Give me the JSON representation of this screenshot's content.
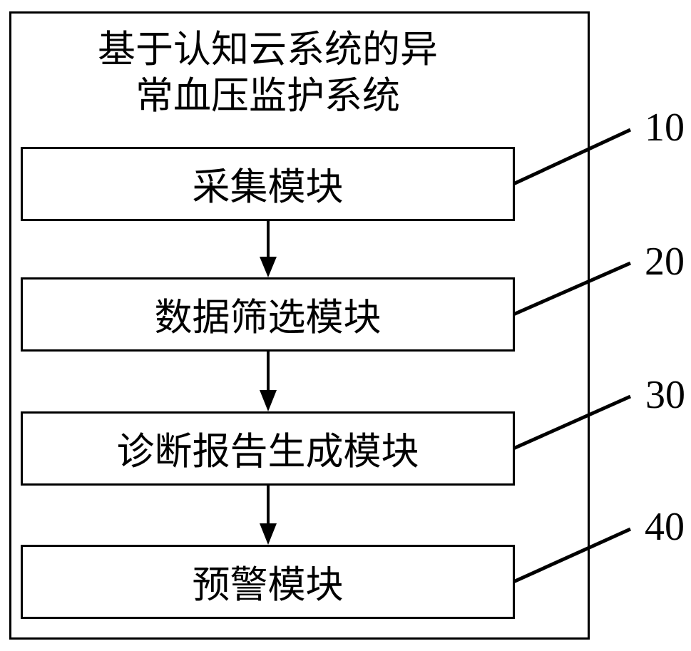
{
  "figure_title": {
    "line1": "基于认知云系统的异",
    "line2": "常血压监护系统"
  },
  "modules": [
    {
      "label": "采集模块",
      "ref": "10"
    },
    {
      "label": "数据筛选模块",
      "ref": "20"
    },
    {
      "label": "诊断报告生成模块",
      "ref": "30"
    },
    {
      "label": "预警模块",
      "ref": "40"
    }
  ],
  "colors": {
    "line": "#000000",
    "background": "#ffffff"
  }
}
